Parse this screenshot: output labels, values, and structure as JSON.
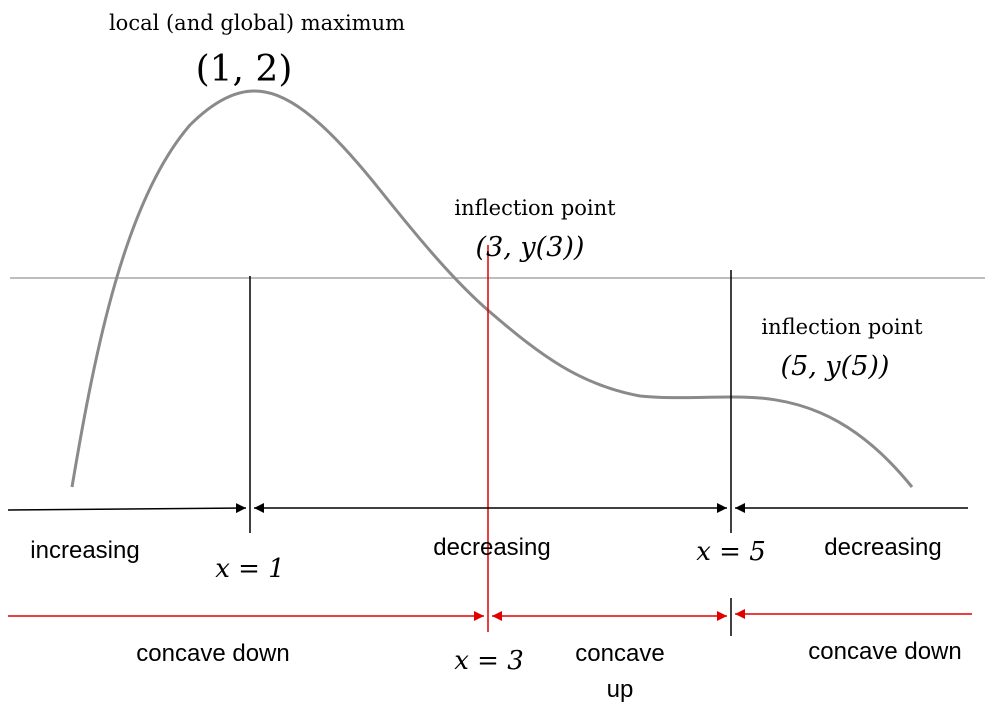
{
  "annotations": {
    "max_label": "local (and global) maximum",
    "max_point": "(1, 2)",
    "inflection_a_label": "inflection point",
    "inflection_a_point": "(3, y(3))",
    "inflection_b_label": "inflection point",
    "inflection_b_point": "(5, y(5))"
  },
  "monotonicity_row": {
    "left": "increasing",
    "middle": "decreasing",
    "right": "decreasing",
    "x1": "x = 1",
    "x5": "x = 5"
  },
  "concavity_row": {
    "left": "concave down",
    "middle_line1": "concave",
    "middle_line2": "up",
    "right": "concave down",
    "x3": "x = 3"
  },
  "colors": {
    "curve": "#8a8a8a",
    "axis": "#bdbdbd",
    "black": "#000000",
    "red": "#e00000"
  }
}
